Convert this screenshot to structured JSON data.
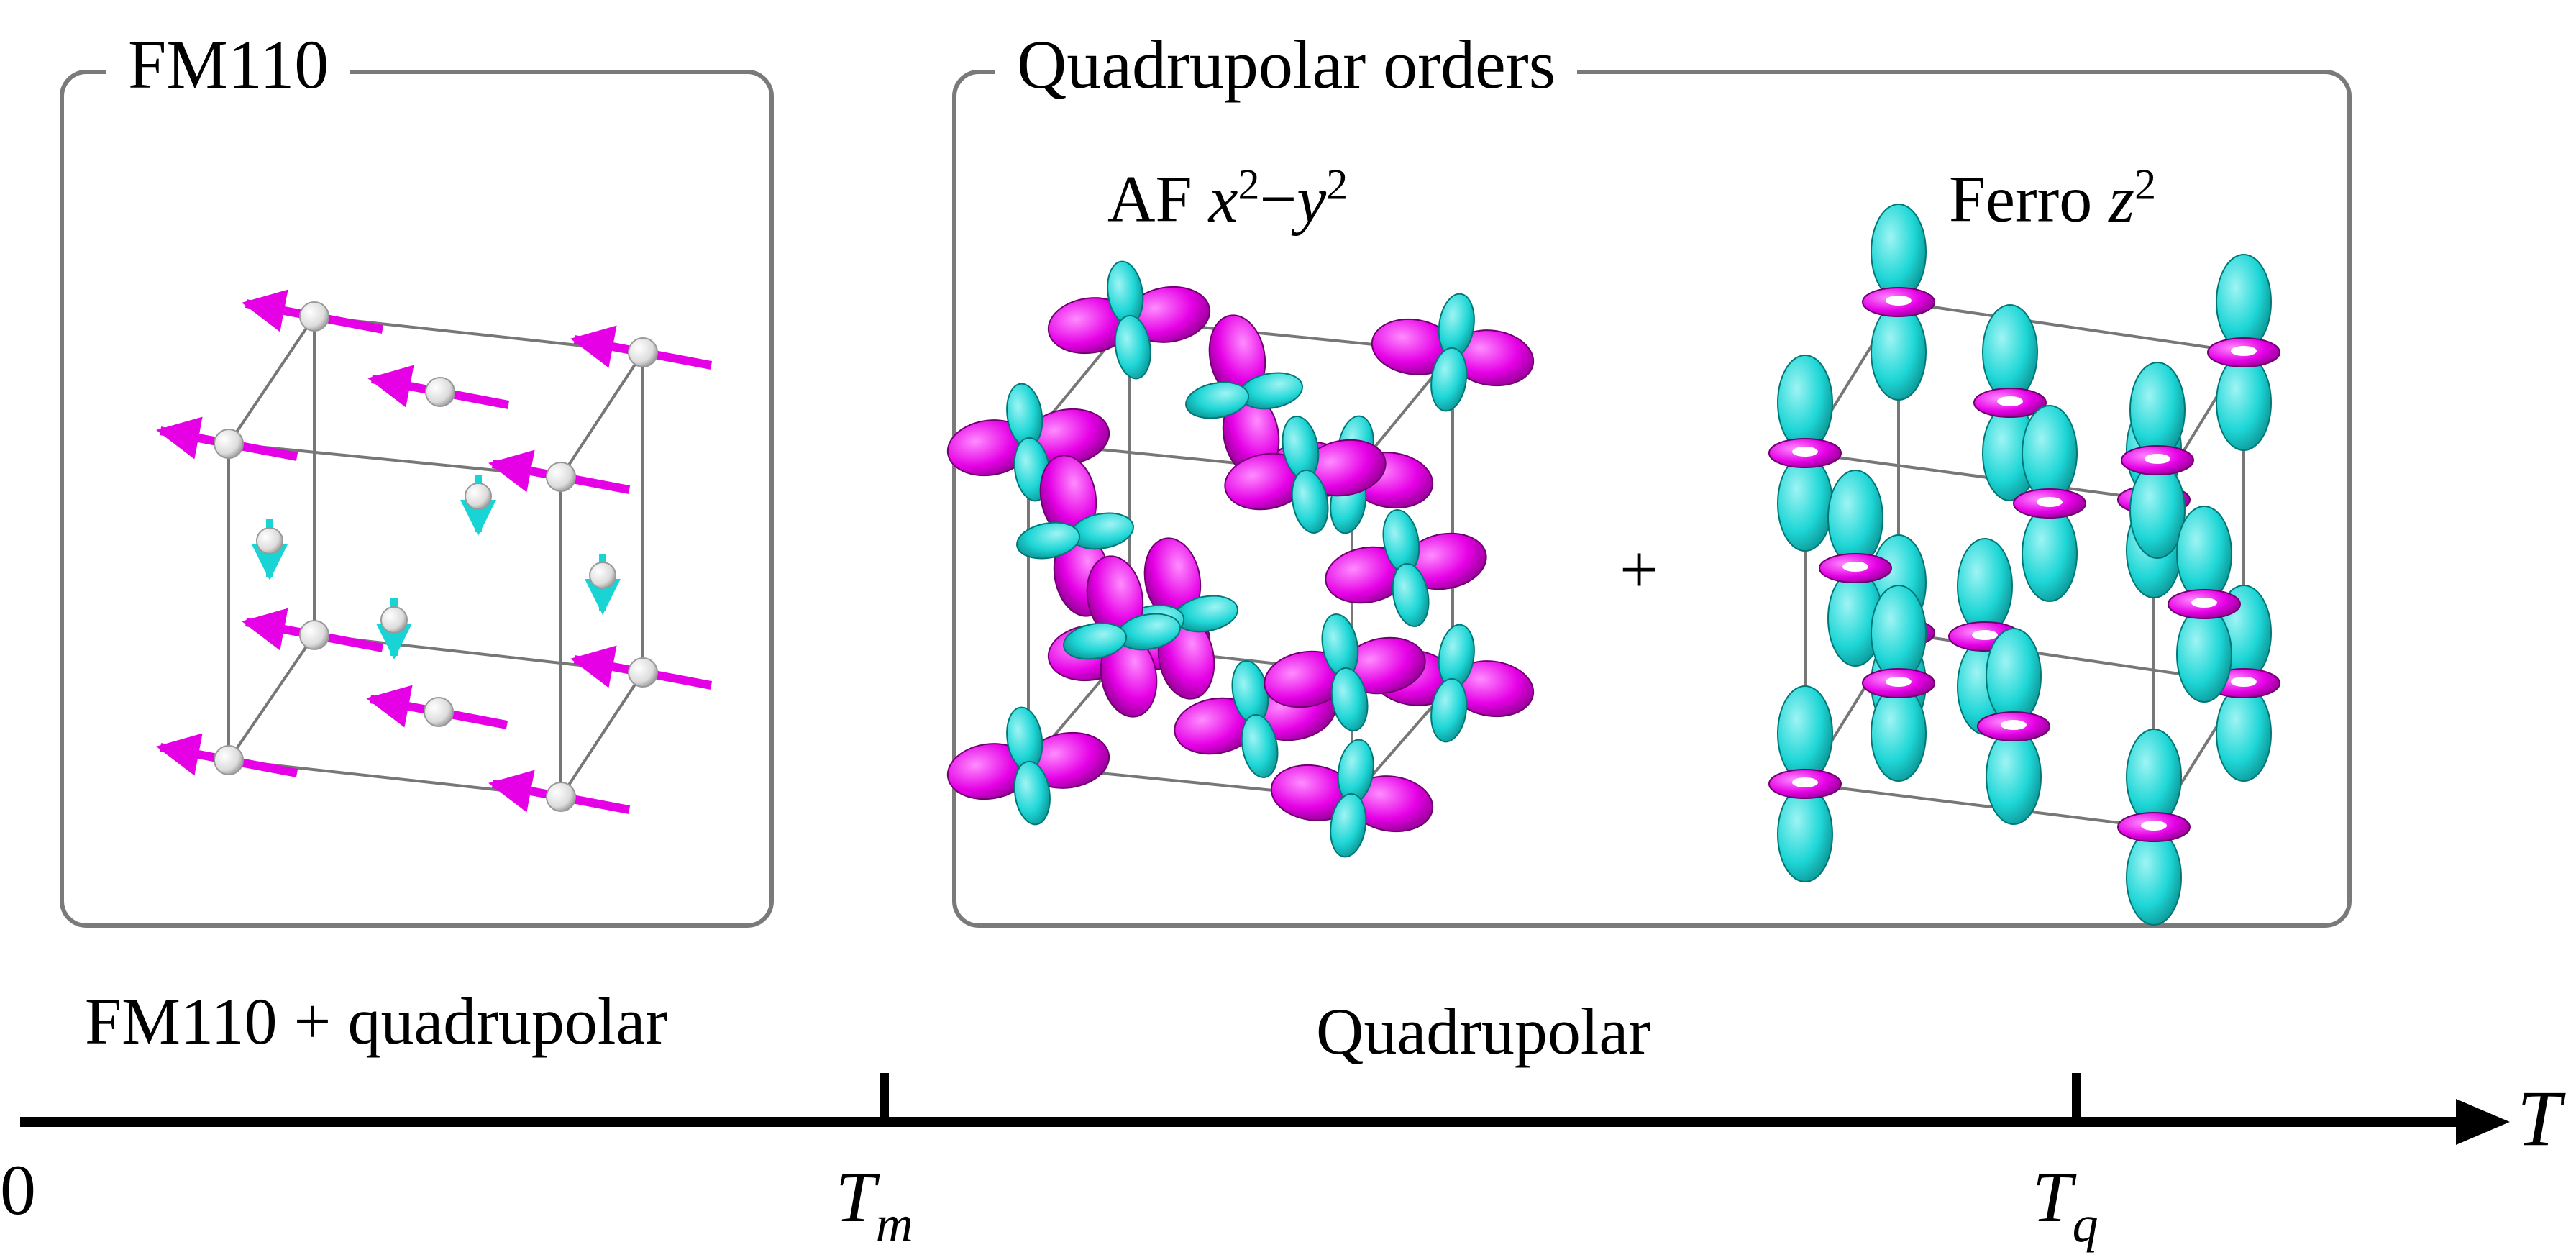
{
  "panels": {
    "left": {
      "title": "FM110"
    },
    "right": {
      "title": "Quadrupolar orders",
      "sub_left": {
        "prefix": "AF ",
        "var_a": "x",
        "sup_a": "2",
        "minus": "−",
        "var_b": "y",
        "sup_b": "2"
      },
      "sub_right": {
        "prefix": "Ferro ",
        "var": "z",
        "sup": "2"
      },
      "plus": "+"
    }
  },
  "phases": {
    "low": "FM110 + quadrupolar",
    "high": "Quadrupolar"
  },
  "axis": {
    "variable": "T",
    "origin": "0",
    "ticks": [
      {
        "main": "T",
        "sub": "m"
      },
      {
        "main": "T",
        "sub": "q"
      }
    ]
  },
  "colors": {
    "magenta": "#e600e6",
    "cyan": "#19d4d4",
    "frame": "#7a7a7a",
    "lattice": "#777777",
    "sphere": "#e8e8e8"
  }
}
